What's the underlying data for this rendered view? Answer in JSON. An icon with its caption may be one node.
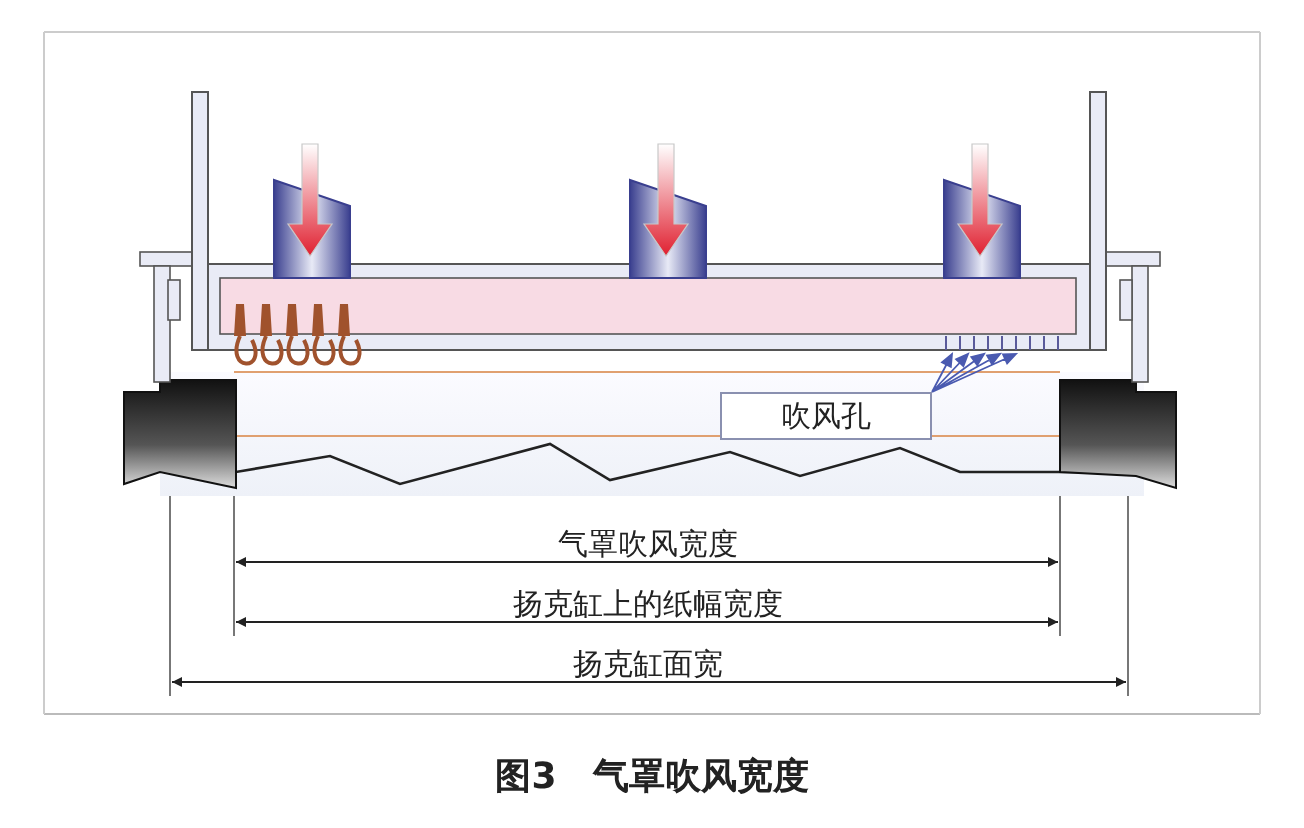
{
  "diagram": {
    "caption": "图3　气罩吹风宽度",
    "nodes": [
      {
        "text": [
          "吹风孔"
        ]
      },
      {
        "text": [],
        "shape": "bar"
      }
    ],
    "edges": [
      {
        "from": 0,
        "to": 1,
        "arrow": "to"
      }
    ],
    "labels": [
      "气罩吹风宽度",
      "扬克缸上的纸幅宽度",
      "扬克缸面宽"
    ]
  }
}
